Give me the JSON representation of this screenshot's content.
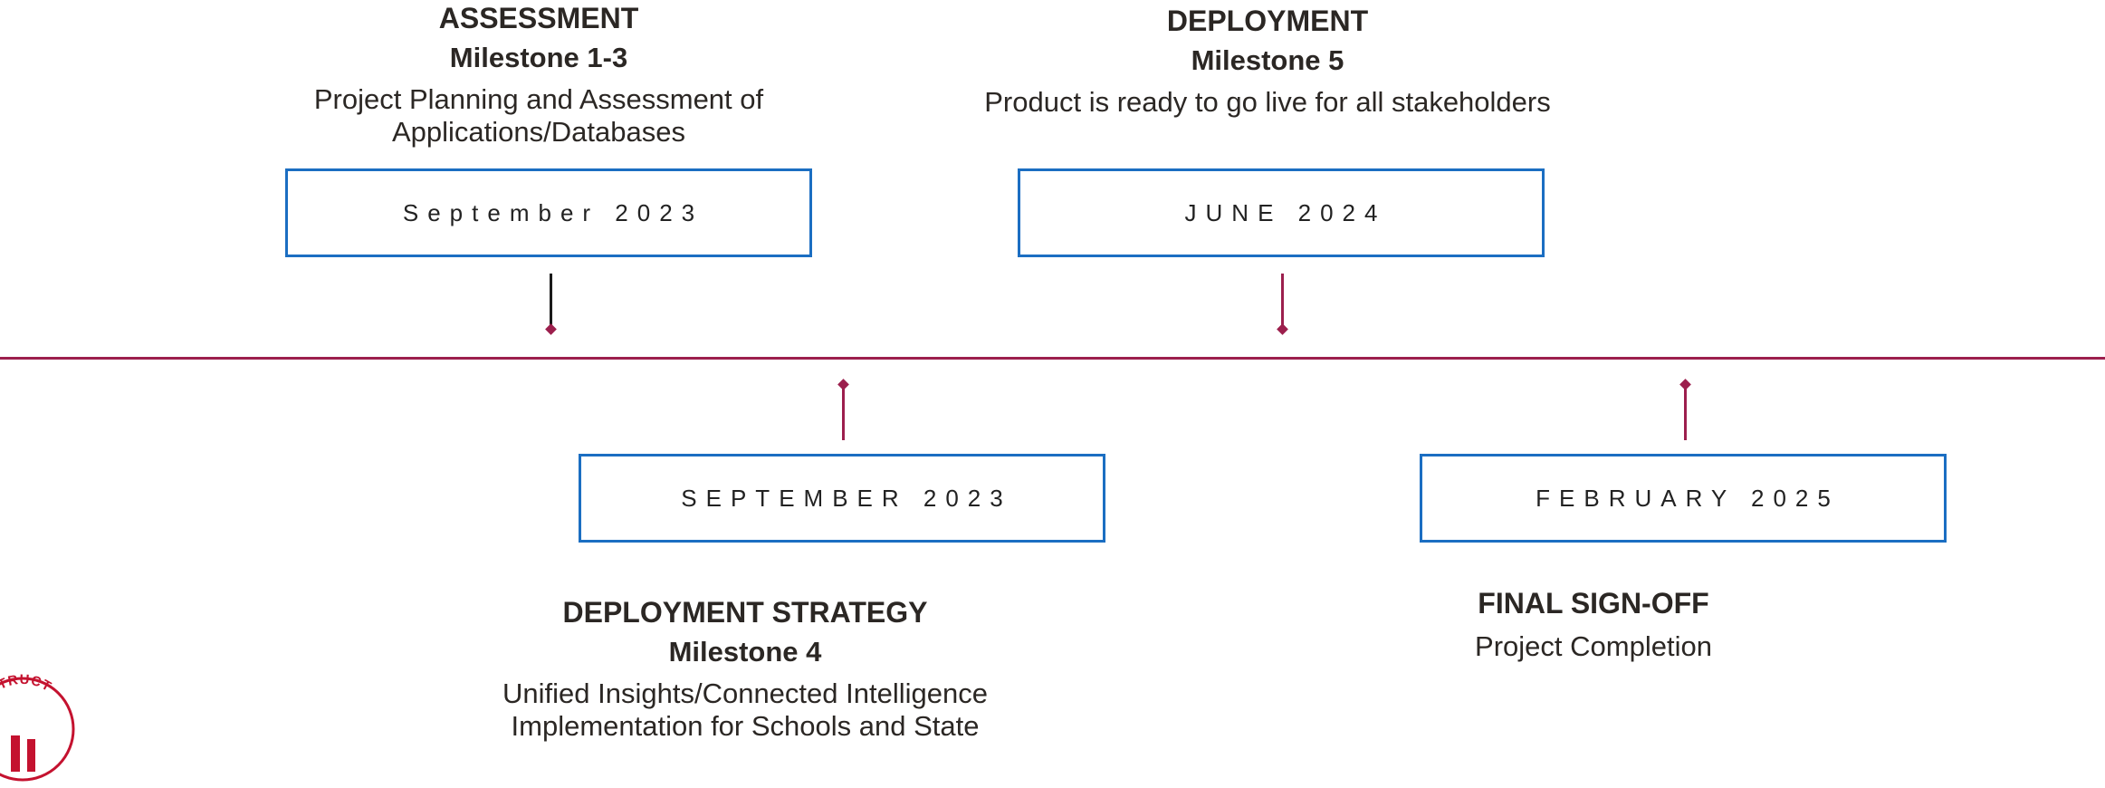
{
  "milestones": {
    "assessment": {
      "heading": "ASSESSMENT",
      "milestone": "Milestone 1-3",
      "desc_line1": "Project Planning and Assessment of",
      "desc_line2": "Applications/Databases",
      "date": "September 2023"
    },
    "deployment": {
      "heading": "DEPLOYMENT",
      "milestone": "Milestone 5",
      "desc_line1": "Product is ready to go live for all stakeholders",
      "date": "JUNE 2024"
    },
    "deployment_strategy": {
      "heading": "DEPLOYMENT STRATEGY",
      "milestone": "Milestone 4",
      "desc_line1": "Unified Insights/Connected Intelligence",
      "desc_line2": "Implementation for Schools and State",
      "date": "SEPTEMBER 2023"
    },
    "final_signoff": {
      "heading": "FINAL SIGN-OFF",
      "desc_line1": "Project Completion",
      "date": "FEBRUARY 2025"
    }
  },
  "logo": {
    "text": "C INSTRUCT",
    "color": "#c4122f"
  },
  "colors": {
    "timeline": "#9c1f4d",
    "box_border": "#1b6ec2"
  }
}
